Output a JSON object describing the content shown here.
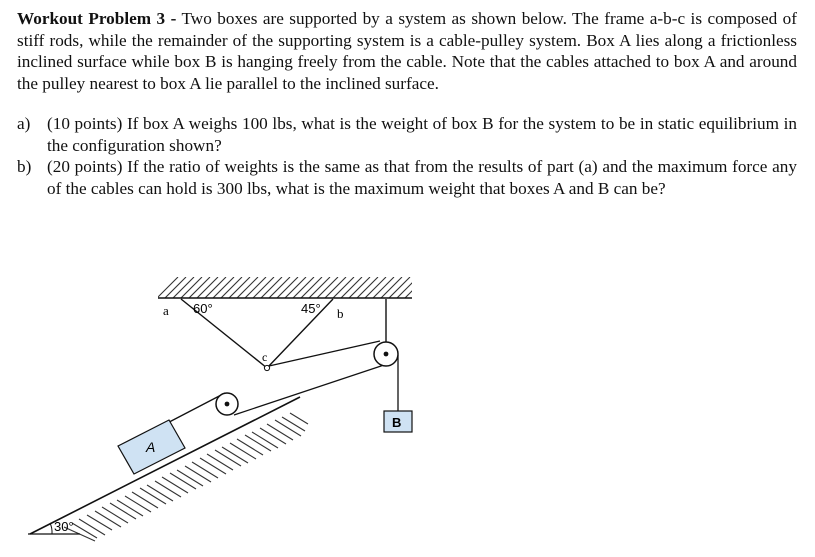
{
  "problem": {
    "title": "Workout Problem 3 -",
    "statement": "Two boxes are supported by a system as shown below. The frame a-b-c is composed of stiff rods, while the remainder of the supporting system is a cable-pulley system. Box A lies along a frictionless inclined surface while box B is hanging freely from the cable. Note that the cables attached to box A and around the pulley nearest to box A lie parallel to the inclined surface."
  },
  "parts": [
    {
      "label": "a)",
      "text": "(10 points) If box A weighs 100 lbs, what is the weight of box B for the system to be in static equilibrium in the configuration shown?"
    },
    {
      "label": "b)",
      "text": "(20 points) If the ratio of weights is the same as that from the results of part (a) and the maximum force any of the cables can hold is 300 lbs, what is the maximum weight that boxes A and B can be?"
    }
  ],
  "figure": {
    "label_a": "a",
    "label_b": "b",
    "label_c": "c",
    "angle_a": "60°",
    "angle_b": "45°",
    "angle_incline": "30°",
    "box_a": "A",
    "box_b": "B"
  }
}
